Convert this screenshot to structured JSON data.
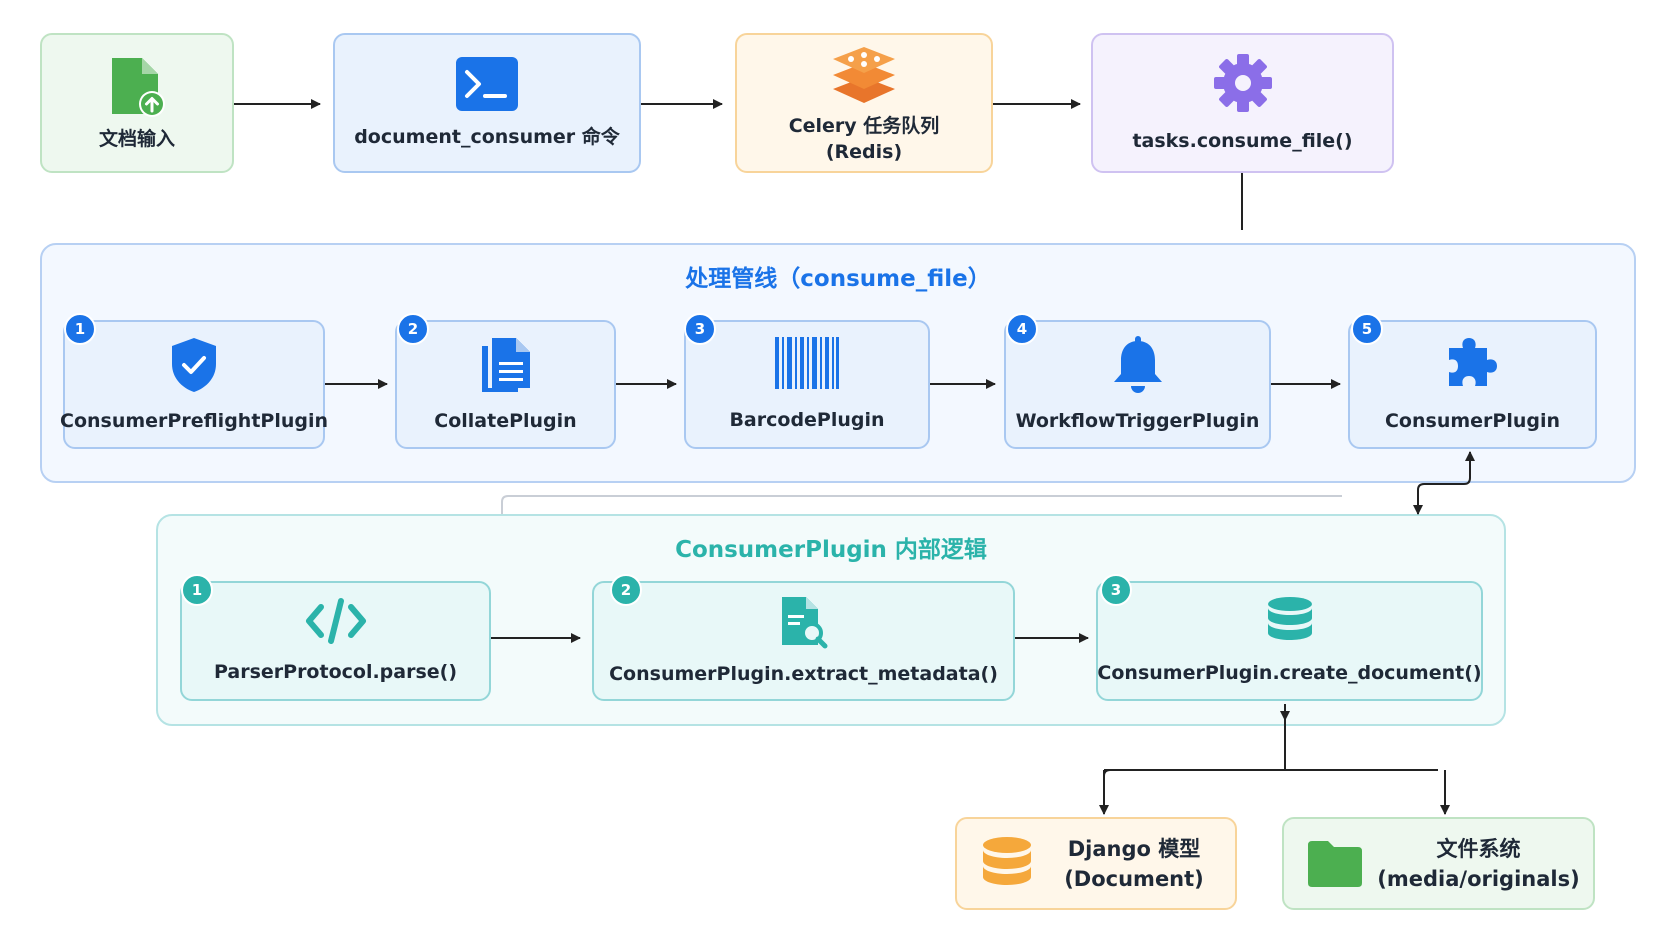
{
  "colors": {
    "blue_accent": "#1a73e8",
    "teal_accent": "#2bb3aa",
    "orange_accent": "#f5a83b",
    "purple_accent": "#8b6ee8",
    "green_accent": "#4caf50"
  },
  "top_row": {
    "input": {
      "label": "文档输入",
      "icon": "file-upload-icon"
    },
    "command": {
      "label": "document_consumer 命令",
      "icon": "terminal-icon"
    },
    "queue": {
      "line1": "Celery 任务队列",
      "line2": "(Redis)",
      "icon": "redis-icon"
    },
    "task": {
      "label": "tasks.consume_file()",
      "icon": "gear-icon"
    }
  },
  "pipeline": {
    "title": "处理管线（consume_file）",
    "steps": [
      {
        "num": "1",
        "label": "ConsumerPreflightPlugin",
        "icon": "shield-check-icon"
      },
      {
        "num": "2",
        "label": "CollatePlugin",
        "icon": "document-icon"
      },
      {
        "num": "3",
        "label": "BarcodePlugin",
        "icon": "barcode-icon"
      },
      {
        "num": "4",
        "label": "WorkflowTriggerPlugin",
        "icon": "bell-icon"
      },
      {
        "num": "5",
        "label": "ConsumerPlugin",
        "icon": "puzzle-icon"
      }
    ]
  },
  "internal": {
    "title": "ConsumerPlugin 内部逻辑",
    "steps": [
      {
        "num": "1",
        "label": "ParserProtocol.parse()",
        "icon": "code-icon"
      },
      {
        "num": "2",
        "label": "ConsumerPlugin.extract_metadata()",
        "icon": "file-search-icon"
      },
      {
        "num": "3",
        "label": "ConsumerPlugin.create_document()",
        "icon": "database-icon"
      }
    ]
  },
  "outputs": {
    "django": {
      "line1": "Django 模型",
      "line2": "(Document)",
      "icon": "database-icon"
    },
    "storage": {
      "line1": "文件系统",
      "line2": "(media/originals)",
      "icon": "folder-icon"
    }
  }
}
